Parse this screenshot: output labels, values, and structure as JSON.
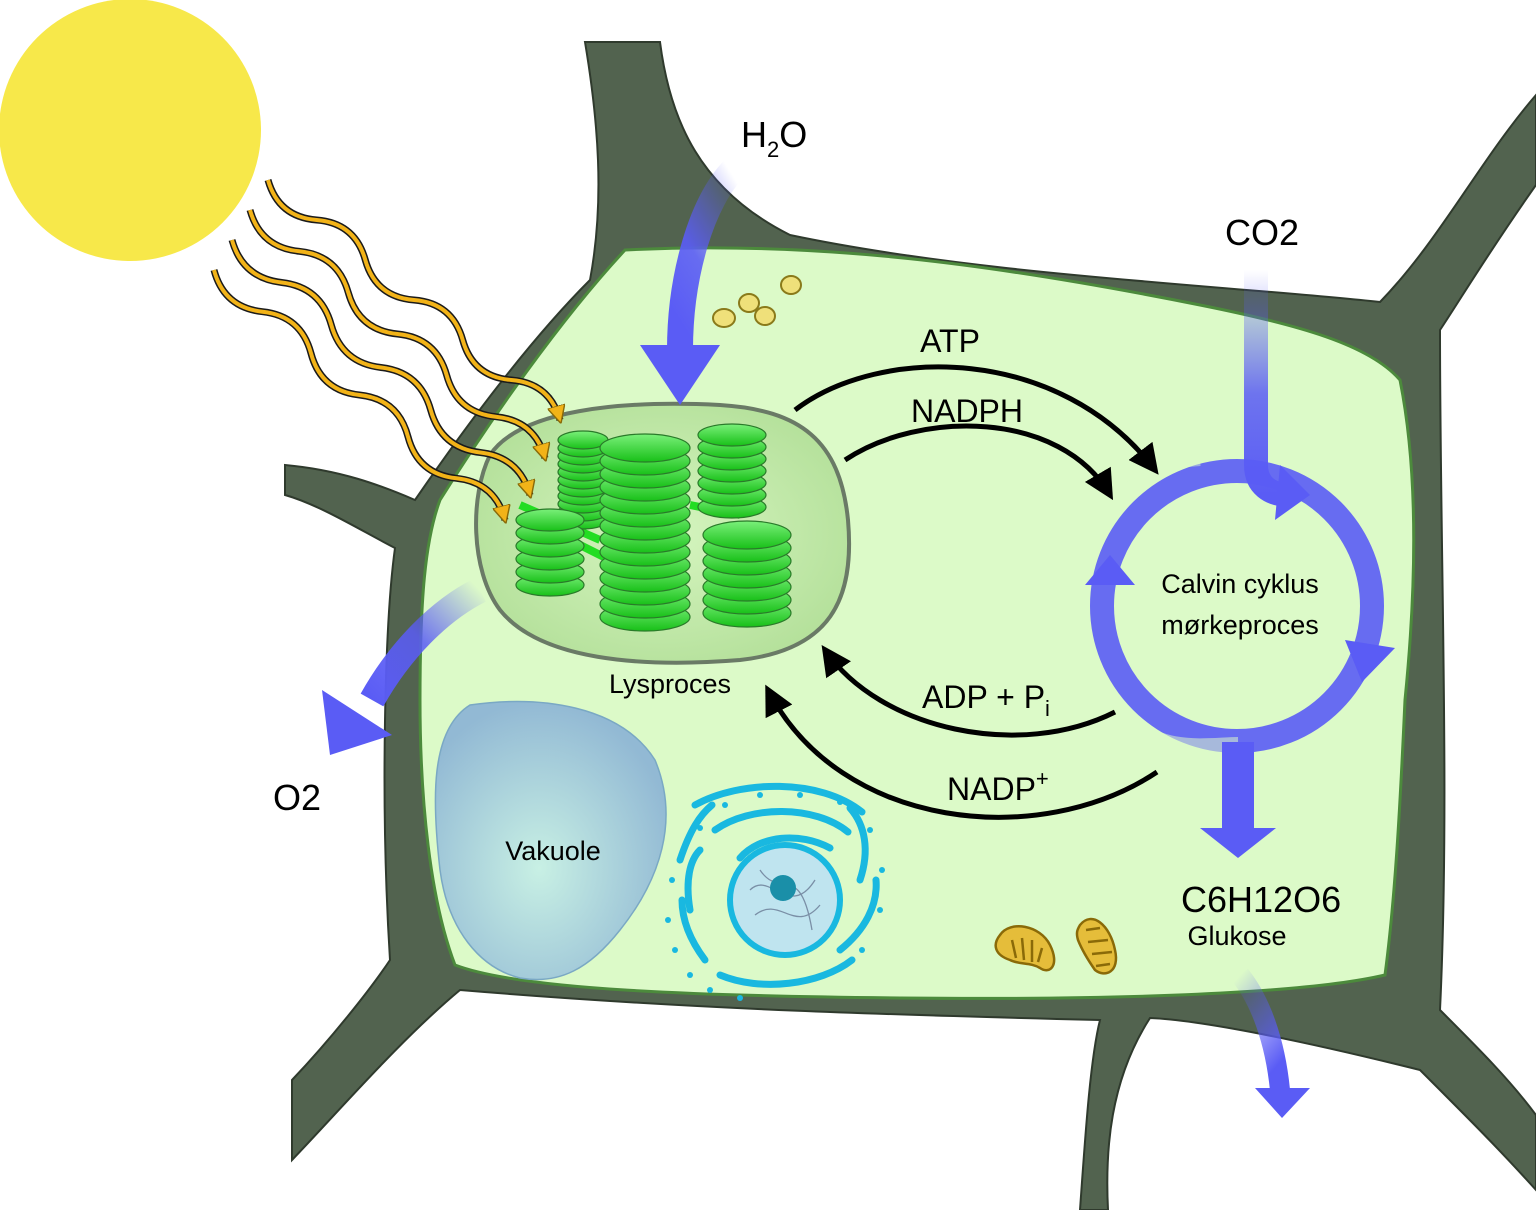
{
  "labels": {
    "water_main": "H",
    "water_sub": "2",
    "water_tail": "O",
    "co2_main": "CO",
    "co2_sub": "2",
    "o2_main": "O",
    "o2_sub": "2",
    "atp": "ATP",
    "nadph": "NADPH",
    "adp_main": "ADP + P",
    "adp_sub": "i",
    "nadp_main": "NADP",
    "nadp_sup": "+",
    "light_process": "Lysproces",
    "calvin_line1": "Calvin cyklus",
    "calvin_line2": "mørkeproces",
    "glucose_c": "C",
    "glucose_c_sub": "6",
    "glucose_h": "H",
    "glucose_h_sub": "12",
    "glucose_o": "O",
    "glucose_o_sub": "6",
    "glucose_name": "Glukose",
    "vacuole": "Vakuole"
  },
  "colors": {
    "sun": "#f7e84a",
    "cell_wall": "#52634f",
    "cytoplasm": "#dcfac8",
    "chloroplast_fill": "#c4eda8",
    "chloroplast_edge": "#6a7a66",
    "thylakoid": "#22dd22",
    "flow_arrow": "#5a5cf5",
    "light_ray": "#f2b318",
    "vacuole": "#9fc6d6",
    "nucleus": "#19b8e0",
    "mitochondrion": "#e5bd3a"
  }
}
